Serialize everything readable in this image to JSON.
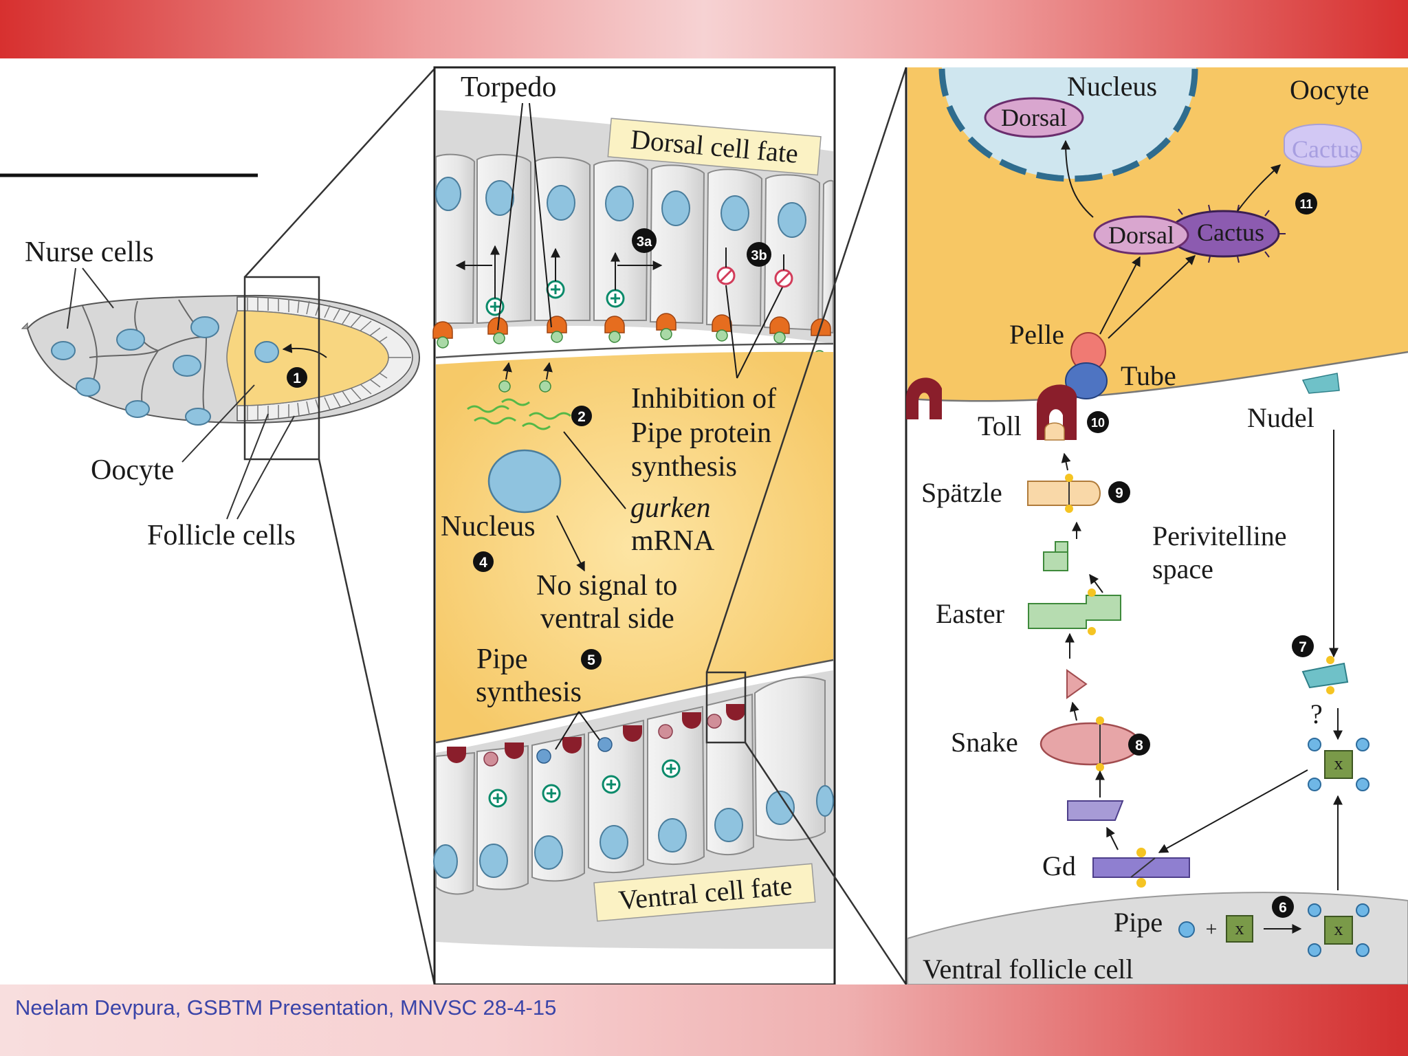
{
  "footer": {
    "citation": "Neelam Devpura, GSBTM Presentation, MNVSC 28-4-15"
  },
  "diagram": {
    "panel_a": {
      "nurse_cells": "Nurse cells",
      "oocyte": "Oocyte",
      "follicle_cells": "Follicle cells",
      "step_1": "1"
    },
    "panel_b": {
      "torpedo": "Torpedo",
      "dorsal_fate": "Dorsal cell fate",
      "ventral_fate": "Ventral cell fate",
      "inhibition_line1": "Inhibition of",
      "inhibition_line2": "Pipe protein",
      "inhibition_line3": "synthesis",
      "gurken": "gurken",
      "mrna": "mRNA",
      "nucleus": "Nucleus",
      "no_signal_line1": "No signal to",
      "no_signal_line2": "ventral side",
      "pipe_line1": "Pipe",
      "pipe_line2": "synthesis",
      "step_2": "2",
      "step_3a": "3a",
      "step_3b": "3b",
      "step_4": "4",
      "step_5": "5"
    },
    "panel_c": {
      "nucleus": "Nucleus",
      "oocyte": "Oocyte",
      "dorsal_in_nucleus": "Dorsal",
      "cactus_free": "Cactus",
      "dorsal": "Dorsal",
      "cactus": "Cactus",
      "pelle": "Pelle",
      "tube": "Tube",
      "toll": "Toll",
      "nudel": "Nudel",
      "spatzle": "Spätzle",
      "perivitelline_line1": "Perivitelline",
      "perivitelline_line2": "space",
      "easter": "Easter",
      "snake": "Snake",
      "gd": "Gd",
      "pipe": "Pipe",
      "x": "x",
      "question": "?",
      "ventral_follicle": "Ventral follicle cell",
      "step_6": "6",
      "step_7": "7",
      "step_8": "8",
      "step_9": "9",
      "step_10": "10",
      "step_11": "11"
    }
  }
}
